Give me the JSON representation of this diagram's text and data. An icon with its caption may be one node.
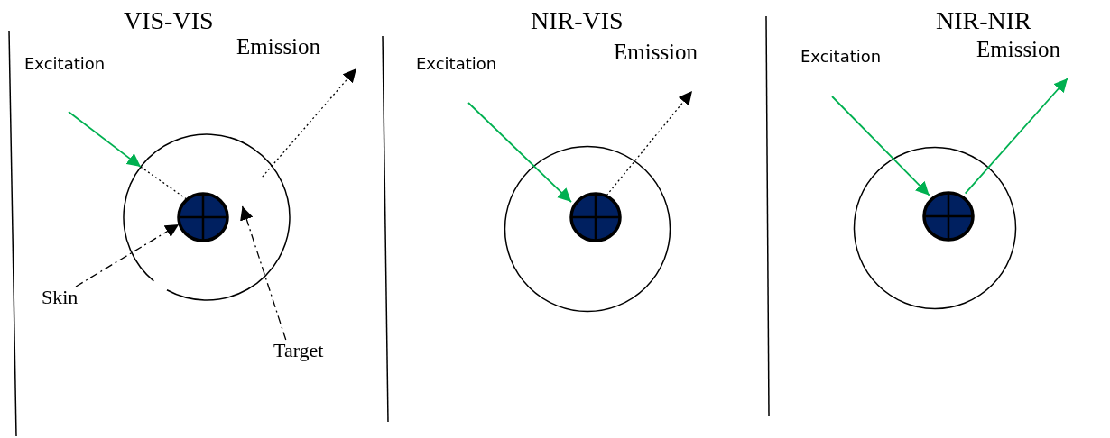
{
  "diagram": {
    "nodes": [
      {
        "text": [],
        "shape": "circle"
      },
      {
        "text": [],
        "shape": "circle",
        "in": 0
      },
      {
        "text": [
          "Skin"
        ]
      },
      {
        "text": [
          "Target"
        ]
      },
      {
        "text": [],
        "shape": "circle"
      },
      {
        "text": [],
        "shape": "circle",
        "in": 4
      },
      {
        "text": [],
        "shape": "circle"
      },
      {
        "text": [],
        "shape": "circle",
        "in": 6
      }
    ],
    "edges": [
      {
        "from": null,
        "to": 0,
        "arrow": "to",
        "color": "#00b050"
      },
      {
        "from": 0,
        "to": 1,
        "arrow": "none",
        "style": "dashed"
      },
      {
        "from": 0,
        "to": null,
        "arrow": "to",
        "style": "dashed"
      },
      {
        "from": 2,
        "to": 1,
        "arrow": "to",
        "style": "dashed"
      },
      {
        "from": 3,
        "to": 0,
        "arrow": "to",
        "style": "dashed"
      },
      {
        "from": null,
        "to": 5,
        "arrow": "to",
        "color": "#00b050"
      },
      {
        "from": 5,
        "to": null,
        "arrow": "to",
        "style": "dashed"
      },
      {
        "from": null,
        "to": 7,
        "arrow": "to",
        "color": "#00b050"
      },
      {
        "from": 7,
        "to": null,
        "arrow": "to",
        "color": "#00b050"
      }
    ],
    "labels": [
      "VIS-VIS",
      "Excitation",
      "Emission",
      "NIR-VIS",
      "Excitation",
      "Emission",
      "NIR-NIR",
      "Excitation",
      "Emission"
    ]
  }
}
